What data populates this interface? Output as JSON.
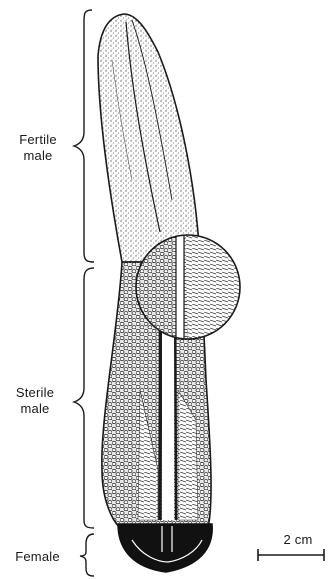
{
  "labels": {
    "fertile": [
      "Fertile",
      "male"
    ],
    "sterile": [
      "Sterile",
      "male"
    ],
    "female": "Female"
  },
  "scale_bar": {
    "text": "2 cm"
  },
  "colors": {
    "ink": "#1a1a1a",
    "paper": "#ffffff",
    "stipple": "#9a9a9a"
  }
}
